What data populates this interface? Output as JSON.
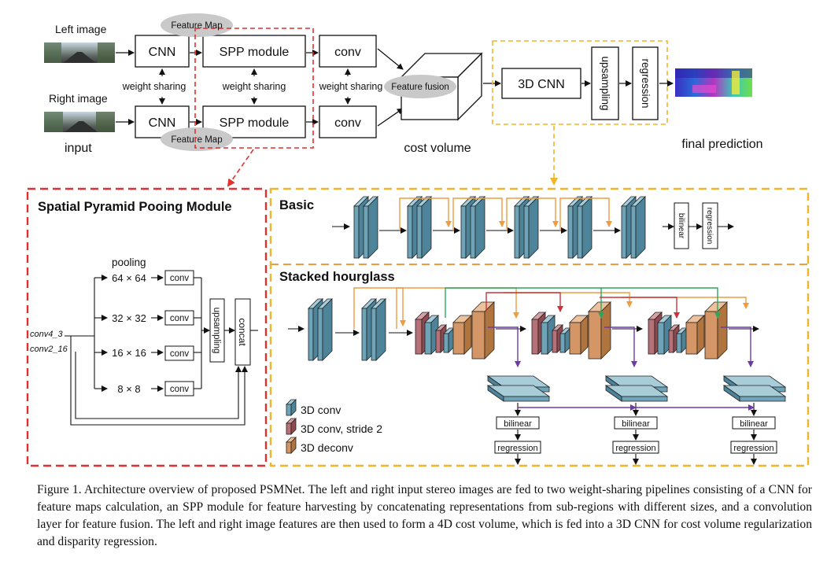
{
  "pipeline": {
    "left_image_label": "Left image",
    "right_image_label": "Right image",
    "input_label": "input",
    "cnn_label": "CNN",
    "spp_label": "SPP module",
    "conv_label": "conv",
    "feature_map_label": "Feature Map",
    "weight_sharing_label": "weight sharing",
    "feature_fusion_label": "Feature fusion",
    "cost_volume_label": "cost volume",
    "cnn3d_label": "3D CNN",
    "upsampling_label": "upsampling",
    "regression_label": "regression",
    "final_prediction_label": "final prediction"
  },
  "spp_panel": {
    "title": "Spatial Pyramid Pooing Module",
    "pooling_label": "pooling",
    "pool_sizes": [
      "64 × 64",
      "32 × 32",
      "16 × 16",
      "8 × 8"
    ],
    "conv_label": "conv",
    "upsampling_label": "upsampling",
    "concat_label": "concat",
    "input_a": "conv4_3",
    "input_b": "conv2_16"
  },
  "basic_panel": {
    "title": "Basic",
    "bilinear_label": "bilinear",
    "regression_label": "regression"
  },
  "hourglass_panel": {
    "title": "Stacked hourglass",
    "bilinear_label": "bilinear",
    "regression_label": "regression"
  },
  "legend": [
    {
      "label": "3D conv",
      "color": "#6fa4b8"
    },
    {
      "label": "3D conv, stride 2",
      "color": "#b57177"
    },
    {
      "label": "3D deconv",
      "color": "#d49666"
    }
  ],
  "colors": {
    "red_dashed": "#e0302f",
    "orange_dashed": "#f1b52a",
    "skip_orange": "#ef9b3e",
    "skip_green": "#2aa75c",
    "skip_red": "#c8363b",
    "skip_purple": "#6e3aa6",
    "ellipse": "#c9c9c9"
  },
  "caption": {
    "text": "Figure 1. Architecture overview of proposed PSMNet. The left and right input stereo images are fed to two weight-sharing pipelines consisting of a CNN for feature maps calculation, an SPP module for feature harvesting by concatenating representations from sub-regions with different sizes, and a convolution layer for feature fusion. The left and right image features are then used to form a 4D cost volume, which is fed into a 3D CNN for cost volume regularization and disparity regression."
  }
}
